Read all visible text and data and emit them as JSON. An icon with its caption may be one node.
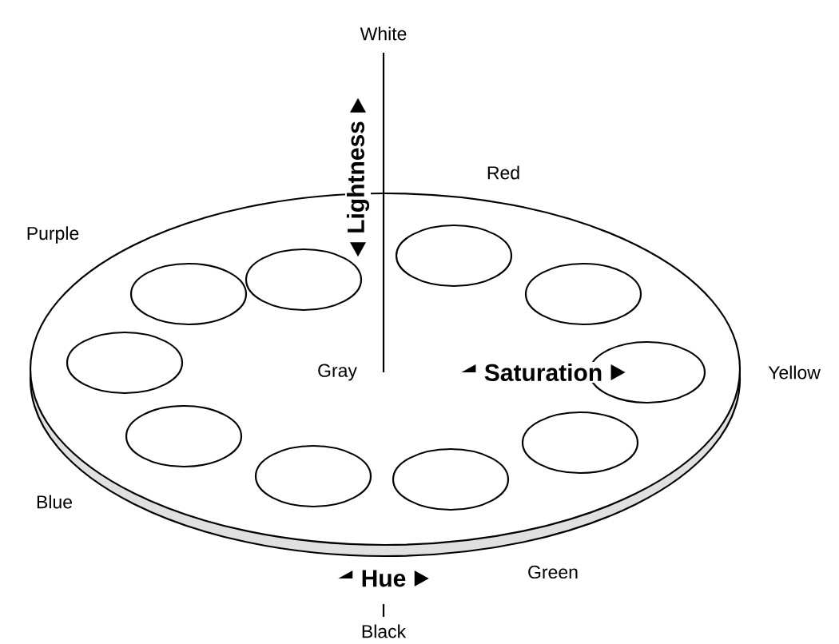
{
  "diagram": {
    "labels": [
      "White",
      "Lightness",
      "Red",
      "Purple",
      "Gray",
      "Saturation",
      "Yellow",
      "Blue",
      "Hue",
      "Green",
      "Black"
    ]
  }
}
